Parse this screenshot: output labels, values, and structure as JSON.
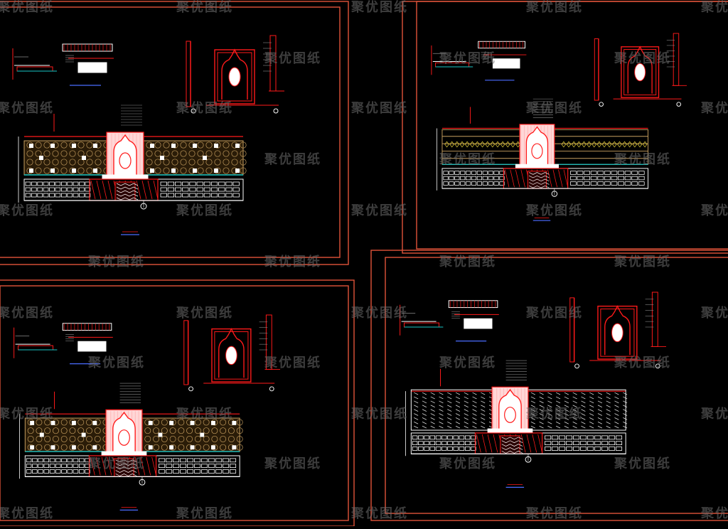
{
  "watermark": {
    "text": "聚优图纸",
    "color": "#6f6f6f"
  },
  "colors": {
    "background": "#000000",
    "frame": "#e0533a",
    "cad_red": "#ff1a1a",
    "cad_white": "#ffffff",
    "cad_gold": "#c8a060",
    "cad_cyan": "#19c6c6",
    "cad_blue": "#4a6cff",
    "cad_yellow": "#e6d23a",
    "cad_grey": "#8a8a8a"
  },
  "sheets": [
    {
      "name": "top-left-drawing-sheet",
      "panel_style": "lattice-with-lights"
    },
    {
      "name": "top-right-drawing-sheet",
      "panel_style": "band-pattern"
    },
    {
      "name": "bottom-left-drawing-sheet",
      "panel_style": "lattice-with-lights"
    },
    {
      "name": "bottom-right-drawing-sheet",
      "panel_style": "vertical-screens"
    }
  ],
  "icons": [
    "watermark-icon",
    "door-arch-icon",
    "lattice-panel-icon",
    "section-marker-icon"
  ]
}
